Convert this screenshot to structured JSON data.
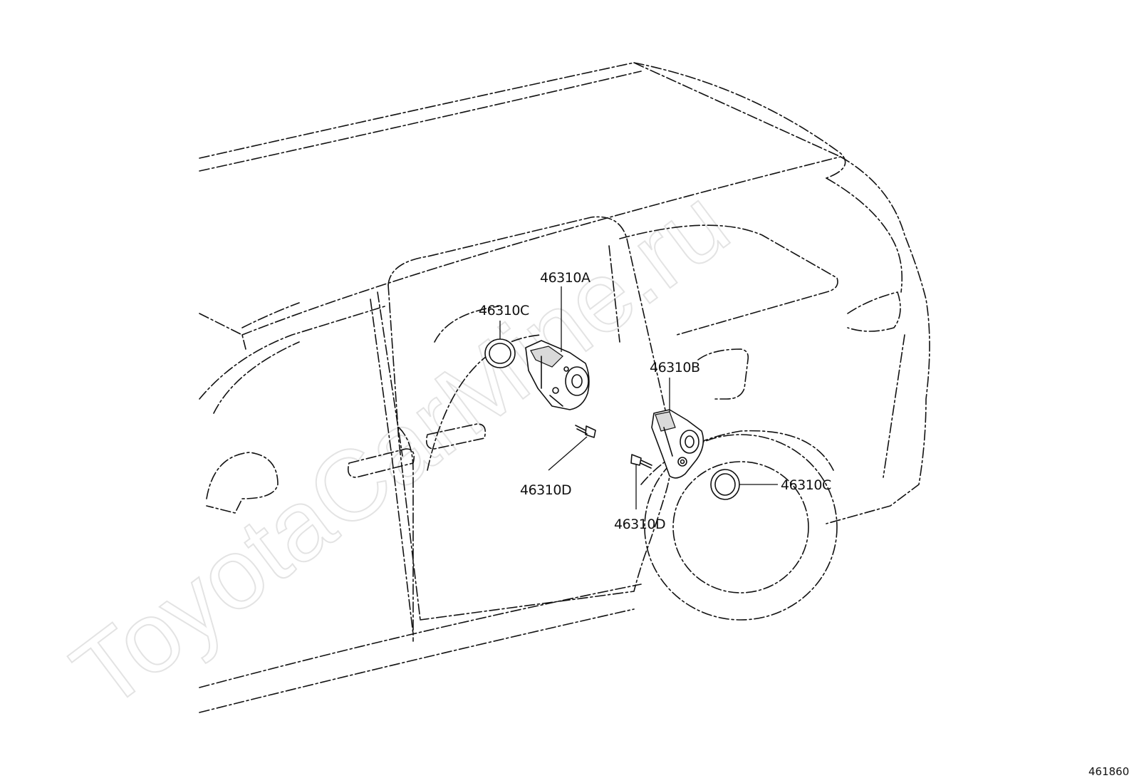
{
  "watermark": "ToyotaCarMine.ru",
  "figure_number": "461860",
  "callouts": {
    "a": "46310A",
    "b": "46310B",
    "c_front": "46310C",
    "c_rear": "46310C",
    "d_front": "46310D",
    "d_rear": "46310D"
  },
  "colors": {
    "line": "#111111",
    "watermark": "#e3e3e3",
    "background": "#ffffff"
  }
}
